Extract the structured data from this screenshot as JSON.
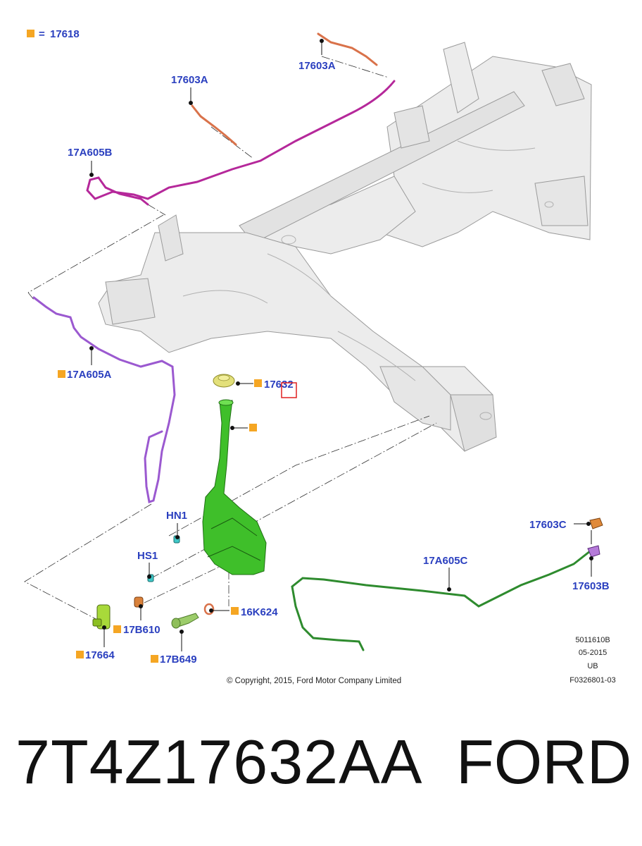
{
  "legend": {
    "equals": "=",
    "code": "17618"
  },
  "labels": {
    "l17603A_top": "17603A",
    "l17603A_left": "17603A",
    "l17A605B": "17A605B",
    "l17A605A": "17A605A",
    "l17632": "17632",
    "lHN1": "HN1",
    "lHS1": "HS1",
    "l17B610": "17B610",
    "l17664": "17664",
    "l17B649": "17B649",
    "l16K624": "16K624",
    "l17603C": "17603C",
    "l17A605C": "17A605C",
    "l17603B": "17603B"
  },
  "doc_info": {
    "line1": "5011610B",
    "line2": "05-2015",
    "line3": "UB",
    "line4": "F0326801-03"
  },
  "copyright": "© Copyright, 2015, Ford Motor Company Limited",
  "footer": {
    "part_number": "7T4Z17632AA",
    "brand": "FORD"
  },
  "colors": {
    "label_blue": "#2a3fbf",
    "legend_orange": "#f5a623",
    "highlight_red": "#e02020",
    "hose_magenta": "#b5289a",
    "hose_purple": "#9b59d0",
    "hose_green": "#2e8b2e",
    "reservoir_green": "#3fbf2a",
    "wire_orange": "#d9724a"
  }
}
